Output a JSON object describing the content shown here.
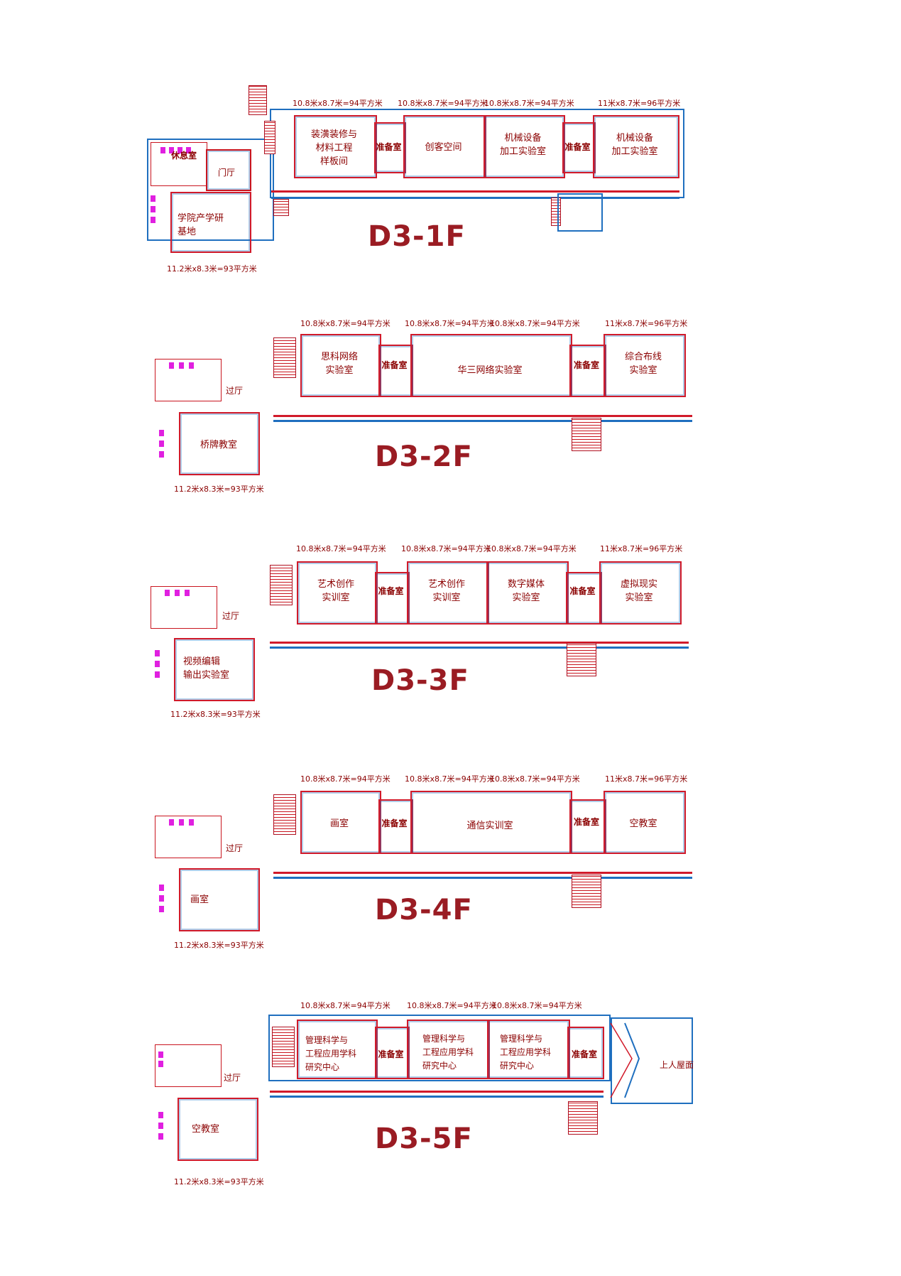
{
  "floors": [
    {
      "title": "D3-1F",
      "dims_top": [
        "10.8米x8.7米=94平方米",
        "10.8米x8.7米=94平方米",
        "10.8米x8.7米=94平方米",
        "11米x8.7米=96平方米"
      ],
      "dim_bottom": "11.2米x8.3米=93平方米",
      "rooms": [
        "装潢装修与\n材料工程\n样板间",
        "准备室",
        "创客空间",
        "机械设备\n加工实验室",
        "准备室",
        "机械设备\n加工实验室",
        "学院产学研\n基地"
      ],
      "labels": [
        "休息室",
        "门厅"
      ]
    },
    {
      "title": "D3-2F",
      "dims_top": [
        "10.8米x8.7米=94平方米",
        "10.8米x8.7米=94平方米",
        "10.8米x8.7米=94平方米",
        "11米x8.7米=96平方米"
      ],
      "dim_bottom": "11.2米x8.3米=93平方米",
      "rooms": [
        "思科网络\n实验室",
        "准备室",
        "华三网络实验室",
        "准备室",
        "综合布线\n实验室",
        "桥牌教室"
      ],
      "labels": [
        "过厅"
      ]
    },
    {
      "title": "D3-3F",
      "dims_top": [
        "10.8米x8.7米=94平方米",
        "10.8米x8.7米=94平方米",
        "10.8米x8.7米=94平方米",
        "11米x8.7米=96平方米"
      ],
      "dim_bottom": "11.2米x8.3米=93平方米",
      "rooms": [
        "艺术创作\n实训室",
        "准备室",
        "艺术创作\n实训室",
        "数字媒体\n实验室",
        "准备室",
        "虚拟现实\n实验室",
        "视频编辑\n输出实验室"
      ],
      "labels": [
        "过厅"
      ]
    },
    {
      "title": "D3-4F",
      "dims_top": [
        "10.8米x8.7米=94平方米",
        "10.8米x8.7米=94平方米",
        "10.8米x8.7米=94平方米",
        "11米x8.7米=96平方米"
      ],
      "dim_bottom": "11.2米x8.3米=93平方米",
      "rooms": [
        "画室",
        "准备室",
        "通信实训室",
        "准备室",
        "空教室",
        "画室"
      ],
      "labels": [
        "过厅"
      ]
    },
    {
      "title": "D3-5F",
      "dims_top": [
        "10.8米x8.7米=94平方米",
        "10.8米x8.7米=94平方米",
        "10.8米x8.7米=94平方米"
      ],
      "dim_bottom": "11.2米x8.3米=93平方米",
      "rooms": [
        "管理科学与\n工程应用学科\n研究中心",
        "准备室",
        "管理科学与\n工程应用学科\n研究中心",
        "管理科学与\n工程应用学科\n研究中心",
        "准备室",
        "上人屋面",
        "空教室"
      ],
      "labels": [
        "过厅"
      ]
    }
  ]
}
